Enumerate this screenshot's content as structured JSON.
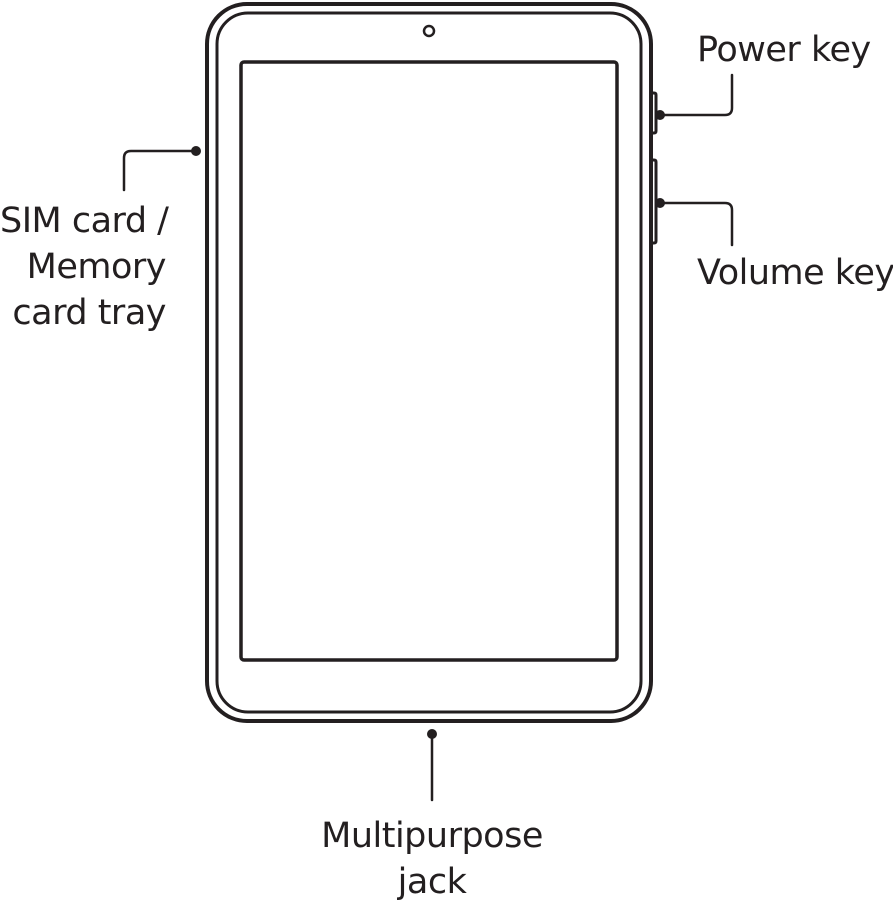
{
  "labels": {
    "power_key": "Power key",
    "volume_key": "Volume key",
    "sim_tray": [
      "SIM card /",
      "Memory",
      "card tray"
    ],
    "multipurpose_jack": [
      "Multipurpose",
      "jack"
    ]
  },
  "colors": {
    "line": "#231f20",
    "background": "#ffffff"
  }
}
